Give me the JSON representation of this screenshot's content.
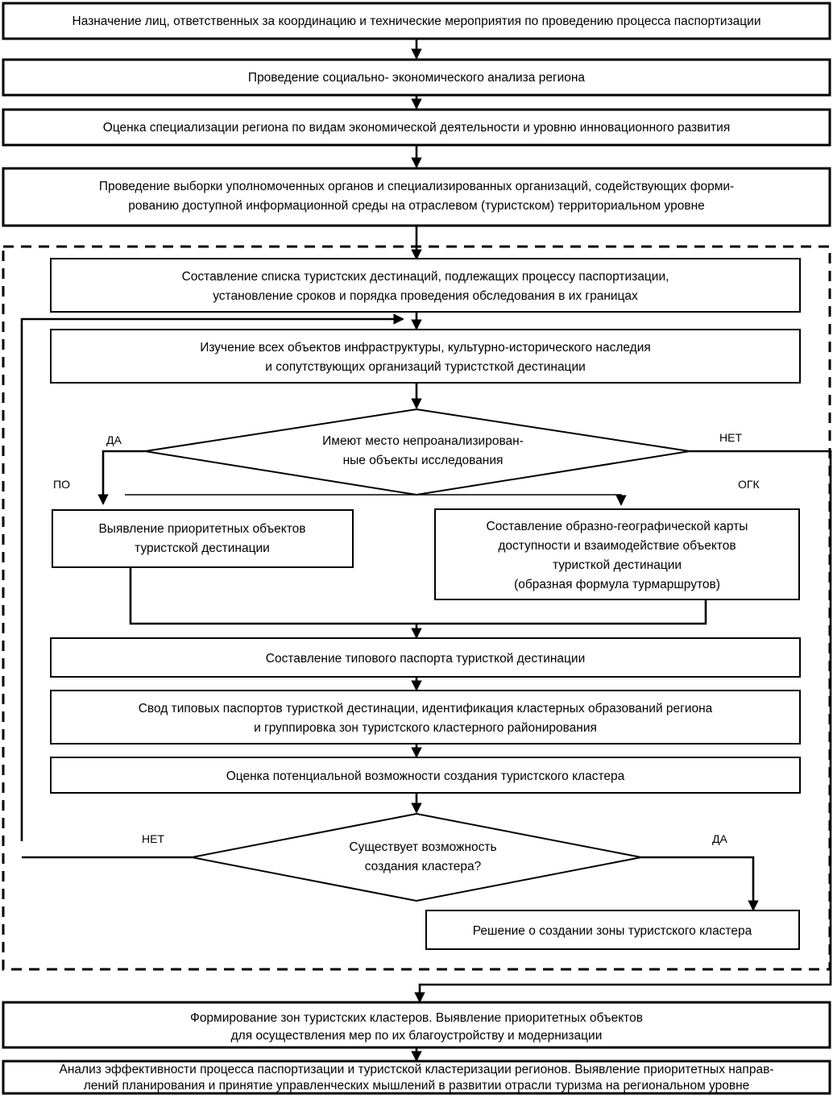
{
  "diagram": {
    "title_absent": true,
    "colors": {
      "stroke": "#000000",
      "background": "#ffffff"
    },
    "nodes": {
      "n1": {
        "type": "process",
        "lines": [
          "Назначение лиц, ответственных за координацию и технические мероприятия по проведению процесса паспортизации"
        ]
      },
      "n2": {
        "type": "process",
        "lines": [
          "Проведение социально- экономического анализа региона"
        ]
      },
      "n3": {
        "type": "process",
        "lines": [
          "Оценка специализации региона по видам экономической деятельности и уровню инновационного развития"
        ]
      },
      "n4": {
        "type": "process",
        "lines": [
          "Проведение выборки уполномоченных органов и специализированных организаций, содействующих форми-",
          "рованию доступной информационной среды на отраслевом (туристском) территориальном уровне"
        ]
      },
      "n5": {
        "type": "process",
        "lines": [
          "Составление списка туристских дестинаций, подлежащих процессу паспортизации,",
          "установление сроков и порядка проведения обследования в их границах"
        ]
      },
      "n6": {
        "type": "process",
        "lines": [
          "Изучение всех объектов инфраструктуры, культурно-исторического наследия",
          "и сопутствующих организаций туристсткой дестинации"
        ]
      },
      "d1": {
        "type": "decision",
        "lines": [
          "Имеют место непроанализирован-",
          "ные объекты исследования"
        ],
        "branch_yes": "ДА",
        "branch_no": "НЕТ",
        "tag_left": "ПО",
        "tag_right": "ОГК"
      },
      "n7": {
        "type": "process",
        "lines": [
          "Выявление приоритетных объектов",
          "туристской дестинации"
        ]
      },
      "n8": {
        "type": "process",
        "lines": [
          "Составление образно-географической карты",
          "доступности и взаимодействие объектов",
          "туристкой дестинации",
          "(образная формула турмаршрутов)"
        ]
      },
      "n9": {
        "type": "process",
        "lines": [
          "Составление типового паспорта туристкой дестинации"
        ]
      },
      "n10": {
        "type": "process",
        "lines": [
          "Свод типовых паспортов туристкой дестинации, идентификация кластерных образований региона",
          "и группировка зон туристского кластерного районирования"
        ]
      },
      "n11": {
        "type": "process",
        "lines": [
          "Оценка потенциальной возможности создания туристского кластера"
        ]
      },
      "d2": {
        "type": "decision",
        "lines": [
          "Существует возможность",
          "создания кластера?"
        ],
        "branch_no": "НЕТ",
        "branch_yes": "ДА"
      },
      "n12": {
        "type": "process",
        "lines": [
          "Решение о создании зоны туристского кластера"
        ]
      },
      "n13": {
        "type": "process",
        "lines": [
          "Формирование зон туристских кластеров. Выявление приоритетных объектов",
          "для осуществления мер по их благоустройству и модернизации"
        ]
      },
      "n14": {
        "type": "process",
        "lines": [
          "Анализ эффективности процесса паспортизации и туристской кластеризации регионов. Выявление приоритетных направ-",
          "лений планирования и принятие управленческих мышлений в развитии отрасли туризма на региональном уровне"
        ]
      }
    }
  }
}
